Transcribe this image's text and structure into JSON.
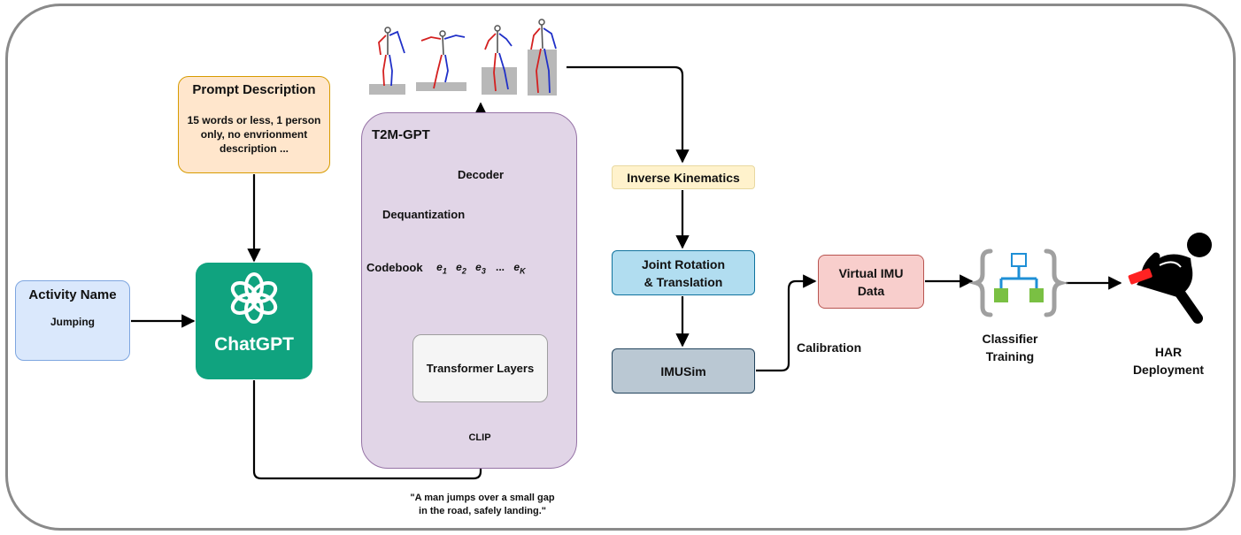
{
  "activity": {
    "title": "Activity Name",
    "value": "Jumping"
  },
  "prompt": {
    "title": "Prompt Description",
    "body": "15 words or less, 1 person only, no envrionment description ..."
  },
  "chatgpt": {
    "label": "ChatGPT"
  },
  "t2m": {
    "title": "T2M-GPT",
    "decoder": "Decoder",
    "dequantization": "Dequantization",
    "codebook": "Codebook",
    "codebook_cells": [
      "e1",
      "e2",
      "e3",
      "...",
      "eK"
    ],
    "transformer": "Transformer Layers",
    "clip": "CLIP"
  },
  "pipeline": {
    "inverse_kinematics": "Inverse Kinematics",
    "joint_rotation_line1": "Joint Rotation",
    "joint_rotation_line2": "& Translation",
    "imusim": "IMUSim",
    "calibration": "Calibration",
    "virtual_imu_line1": "Virtual IMU",
    "virtual_imu_line2": "Data",
    "classifier_line1": "Classifier",
    "classifier_line2": "Training",
    "har_line1": "HAR",
    "har_line2": "Deployment"
  },
  "quote": {
    "line1": "\"A man jumps over a small gap",
    "line2": "in the road, safely landing.\""
  },
  "colors": {
    "frame": "#8a8a8a",
    "activity_fill": "#dae8fc",
    "prompt_fill": "#ffe6cc",
    "chatgpt_fill": "#10a37f",
    "t2m_fill": "#e1d5e7",
    "decoder_fill": "#d5e8d4",
    "codebook_fill": "#f8cecc",
    "clip_fill": "#fff2cc",
    "ik_fill": "#fff2cc",
    "joint_fill": "#b1ddf0",
    "imusim_fill": "#bac8d3",
    "virtual_imu_fill": "#f8cecc",
    "network_blue": "#1e8fd6",
    "network_green": "#7ac043"
  },
  "icons": [
    "openai-logo-icon",
    "stick-figure-icon",
    "network-icon",
    "person-with-device-icon"
  ]
}
